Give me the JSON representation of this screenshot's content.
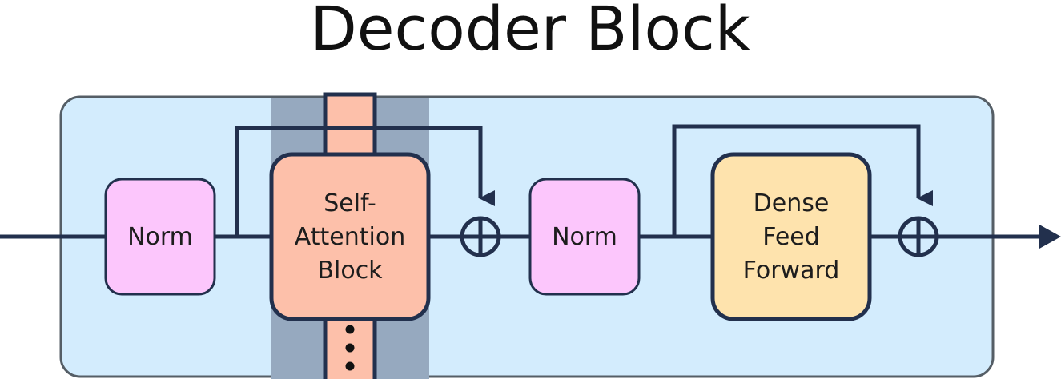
{
  "title": "Decoder Block",
  "blocks": {
    "norm1": "Norm",
    "attention": [
      "Self-",
      "Attention",
      "Block"
    ],
    "norm2": "Norm",
    "ffn": [
      "Dense",
      "Feed",
      "Forward"
    ]
  },
  "colors": {
    "container_fill": "#d3ecfd",
    "container_stroke": "#555e66",
    "band": "#96a9bf",
    "attention_fill": "#fdc0aa",
    "norm_fill": "#fcc6fc",
    "ffn_fill": "#fee3ad",
    "line": "#22304d"
  },
  "icons": {
    "add": "circle-plus-icon",
    "output": "arrow-right-icon",
    "continuation": "vertical-ellipsis-icon"
  }
}
